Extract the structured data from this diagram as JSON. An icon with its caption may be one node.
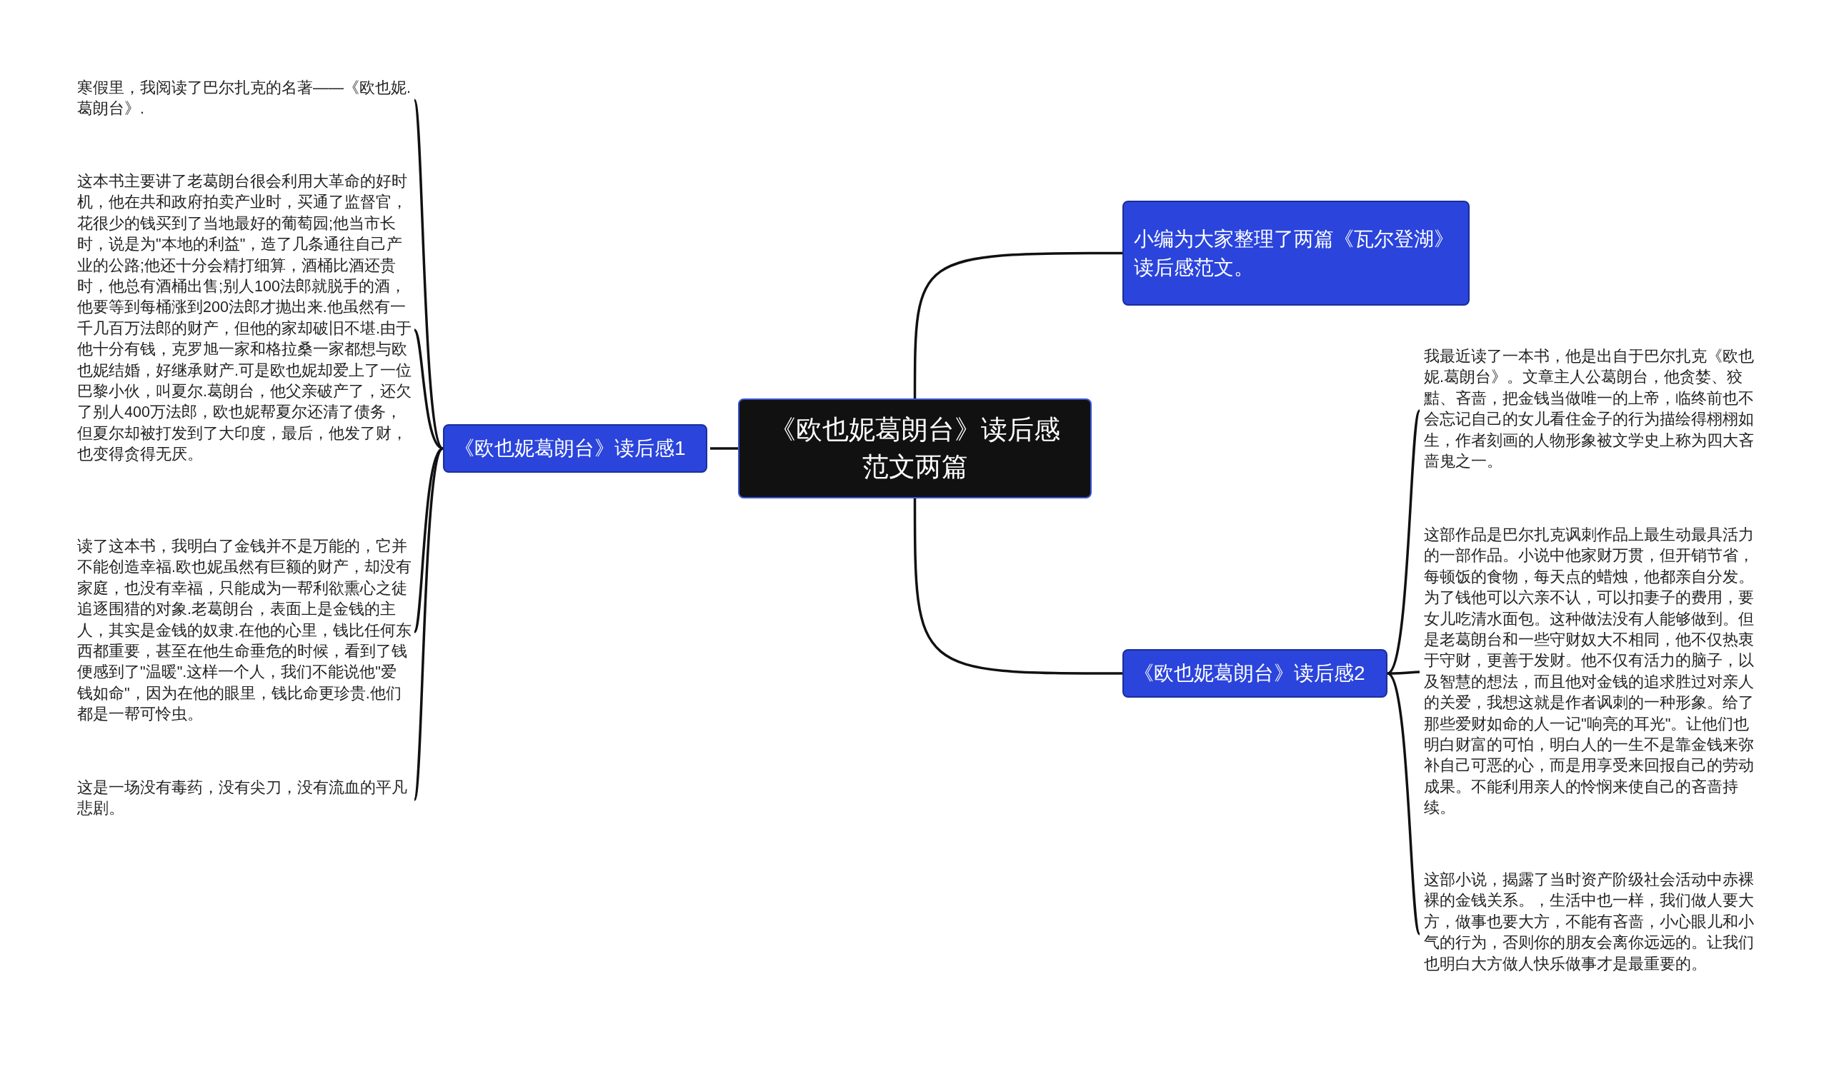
{
  "diagram": {
    "nodes": [
      {
        "text": [
          "《欧也妮葛朗台》读后感范文两篇"
        ]
      },
      {
        "text": [
          "《欧也妮葛朗台》读后感1"
        ]
      },
      {
        "text": [
          "小编为大家整理了两篇《瓦尔登湖》读后感范文。"
        ]
      },
      {
        "text": [
          "《欧也妮葛朗台》读后感2"
        ]
      },
      {
        "text": [
          "寒假里，我阅读了巴尔扎克的名著——《欧也妮.葛朗台》."
        ]
      },
      {
        "text": [
          "这本书主要讲了老葛朗台很会利用大革命的好时机，他在共和政府拍卖产业时，买通了监督官，花很少的钱买到了当地最好的葡萄园;他当市长时，说是为\"本地的利益\"，造了几条通往自己产业的公路;他还十分会精打细算，酒桶比酒还贵时，他总有酒桶出售;别人100法郎就脱手的酒，他要等到每桶涨到200法郎才抛出来.他虽然有一千几百万法郎的财产，但他的家却破旧不堪.由于他十分有钱，克罗旭一家和格拉桑一家都想与欧也妮结婚，好继承财产.可是欧也妮却爱上了一位巴黎小伙，叫夏尔.葛朗台，他父亲破产了，还欠了别人400万法郎，欧也妮帮夏尔还清了债务，但夏尔却被打发到了大印度，最后，他发了财，也变得贪得无厌。"
        ]
      },
      {
        "text": [
          "读了这本书，我明白了金钱并不是万能的，它并不能创造幸福.欧也妮虽然有巨额的财产，却没有家庭，也没有幸福，只能成为一帮利欲熏心之徒追逐围猎的对象.老葛朗台，表面上是金钱的主人，其实是金钱的奴隶.在他的心里，钱比任何东西都重要，甚至在他生命垂危的时候，看到了钱便感到了\"温暖\".这样一个人，我们不能说他\"爱钱如命\"，因为在他的眼里，钱比命更珍贵.他们都是一帮可怜虫。"
        ]
      },
      {
        "text": [
          "这是一场没有毒药，没有尖刀，没有流血的平凡悲剧。"
        ]
      },
      {
        "text": [
          "我最近读了一本书，他是出自于巴尔扎克《欧也妮.葛朗台》。文章主人公葛朗台，他贪婪、狡黠、吝啬，把金钱当做唯一的上帝，临终前也不会忘记自己的女儿看住金子的行为描绘得栩栩如生，作者刻画的人物形象被文学史上称为四大吝啬鬼之一。"
        ]
      },
      {
        "text": [
          "这部作品是巴尔扎克讽刺作品上最生动最具活力的一部作品。小说中他家财万贯，但开销节省，每顿饭的食物，每天点的蜡烛，他都亲自分发。为了钱他可以六亲不认，可以扣妻子的费用，要女儿吃清水面包。这种做法没有人能够做到。但是老葛朗台和一些守财奴大不相同，他不仅热衷于守财，更善于发财。他不仅有活力的脑子，以及智慧的想法，而且他对金钱的追求胜过对亲人的关爱，我想这就是作者讽刺的一种形象。给了那些爱财如命的人一记\"响亮的耳光\"。让他们也明白财富的可怕，明白人的一生不是靠金钱来弥补自己可恶的心，而是用享受来回报自己的劳动成果。不能利用亲人的怜悯来使自己的吝啬持续。"
        ]
      },
      {
        "text": [
          "这部小说，揭露了当时资产阶级社会活动中赤裸裸的金钱关系。，生活中也一样，我们做人要大方，做事也要大方，不能有吝啬，小心眼儿和小气的行为，否则你的朋友会离你远远的。让我们也明白大方做人快乐做事才是最重要的。"
        ]
      }
    ],
    "edges": [
      {
        "from": 0,
        "to": 1,
        "arrow": "none"
      },
      {
        "from": 0,
        "to": 2,
        "arrow": "none"
      },
      {
        "from": 0,
        "to": 3,
        "arrow": "none"
      },
      {
        "from": 1,
        "to": 4,
        "arrow": "none"
      },
      {
        "from": 1,
        "to": 5,
        "arrow": "none"
      },
      {
        "from": 1,
        "to": 6,
        "arrow": "none"
      },
      {
        "from": 1,
        "to": 7,
        "arrow": "none"
      },
      {
        "from": 3,
        "to": 8,
        "arrow": "none"
      },
      {
        "from": 3,
        "to": 9,
        "arrow": "none"
      },
      {
        "from": 3,
        "to": 10,
        "arrow": "none"
      }
    ]
  }
}
